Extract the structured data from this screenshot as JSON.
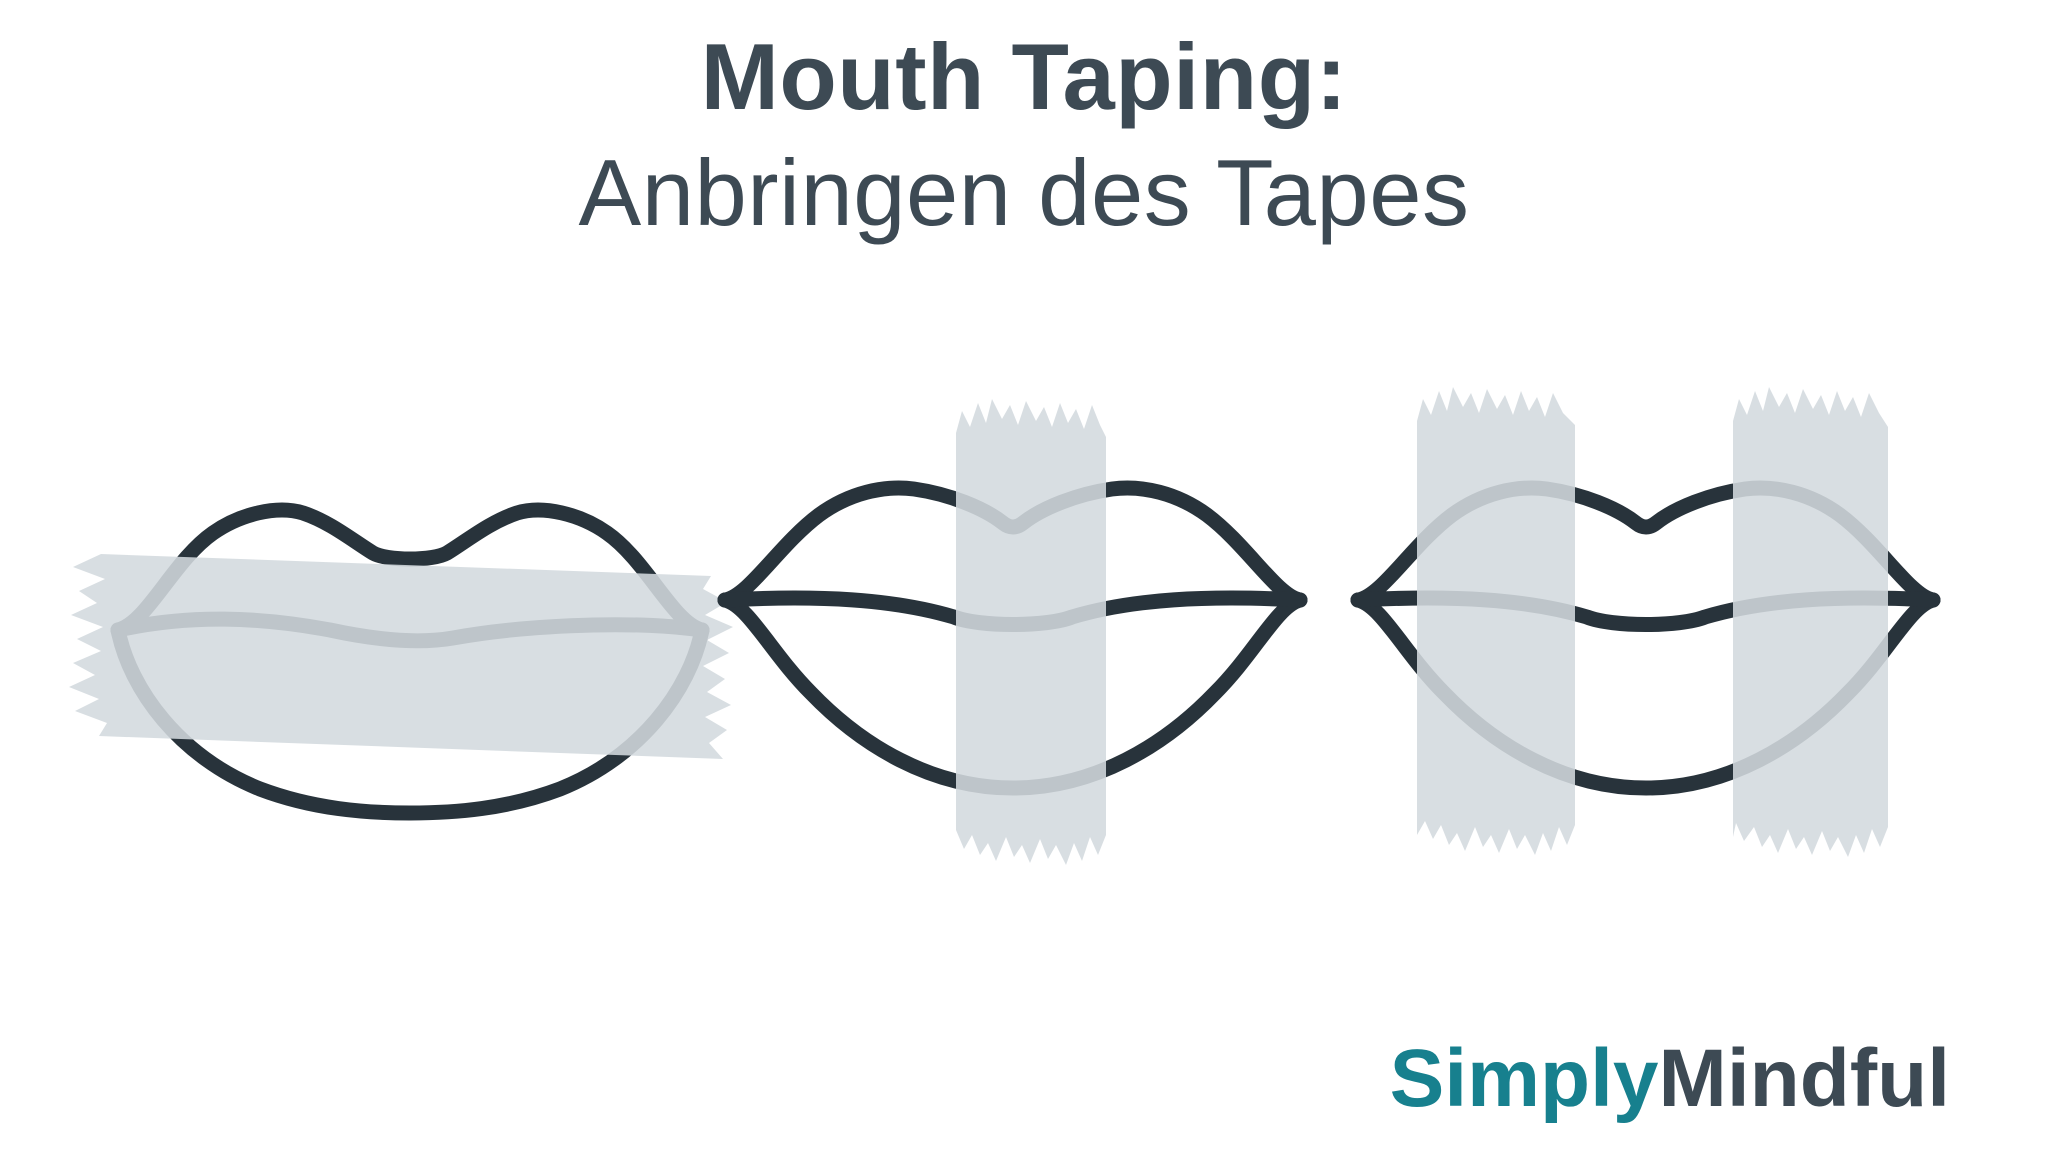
{
  "header": {
    "title": "Mouth Taping:",
    "subtitle": "Anbringen des Tapes"
  },
  "illustrations": [
    {
      "name": "lips-with-horizontal-tape",
      "tape_strips": 1,
      "tape_orientation": "horizontal"
    },
    {
      "name": "lips-with-center-vertical-tape",
      "tape_strips": 1,
      "tape_orientation": "vertical-center"
    },
    {
      "name": "lips-with-two-side-vertical-tapes",
      "tape_strips": 2,
      "tape_orientation": "vertical-sides"
    }
  ],
  "branding": {
    "logo_primary": "Simply",
    "logo_secondary": "Mindful"
  },
  "colors": {
    "heading": "#3d4a54",
    "lips_ink": "#28333b",
    "tape": "#d3d9de",
    "logo_teal": "#17808e",
    "background": "#ffffff"
  }
}
